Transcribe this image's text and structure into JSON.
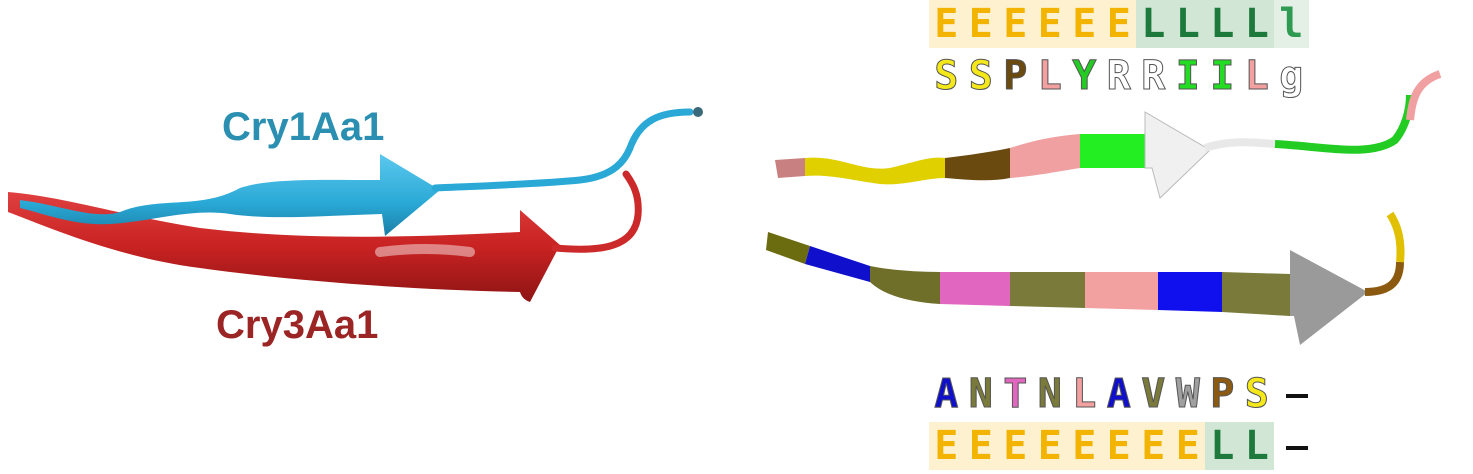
{
  "labels": {
    "cry1": "Cry1Aa1",
    "cry3": "Cry3Aa1"
  },
  "colors": {
    "cry1": "#2aa9d6",
    "cry1_text": "#2a8fb0",
    "cry3": "#cc2a2a",
    "cry3_text": "#9b2424",
    "E": "#f2b400",
    "E_bg": "#fdf1d0",
    "L": "#1e7a3c",
    "L_bg": "#d2e6d6",
    "l": "#2e9a52",
    "l_bg": "#e4f0e6"
  },
  "ss_top": [
    {
      "t": "E",
      "type": "E"
    },
    {
      "t": "E",
      "type": "E"
    },
    {
      "t": "E",
      "type": "E"
    },
    {
      "t": "E",
      "type": "E"
    },
    {
      "t": "E",
      "type": "E"
    },
    {
      "t": "E",
      "type": "E"
    },
    {
      "t": "L",
      "type": "L"
    },
    {
      "t": "L",
      "type": "L"
    },
    {
      "t": "L",
      "type": "L"
    },
    {
      "t": "L",
      "type": "L"
    },
    {
      "t": "l",
      "type": "l"
    }
  ],
  "seq_top": [
    {
      "t": "S",
      "color": "#f5e81a"
    },
    {
      "t": "S",
      "color": "#f5e81a"
    },
    {
      "t": "P",
      "color": "#6b4a10"
    },
    {
      "t": "L",
      "color": "#f2a0a0"
    },
    {
      "t": "Y",
      "color": "#22cc22"
    },
    {
      "t": "R",
      "color": "#ffffff"
    },
    {
      "t": "R",
      "color": "#ffffff"
    },
    {
      "t": "I",
      "color": "#22dd22"
    },
    {
      "t": "I",
      "color": "#22dd22"
    },
    {
      "t": "L",
      "color": "#f2a0a0"
    },
    {
      "t": "g",
      "color": "#ffffff"
    }
  ],
  "seq_bottom": [
    {
      "t": "A",
      "color": "#1010cc"
    },
    {
      "t": "N",
      "color": "#7a7a3a"
    },
    {
      "t": "T",
      "color": "#e066c0"
    },
    {
      "t": "N",
      "color": "#7a7a3a"
    },
    {
      "t": "L",
      "color": "#f2a0a0"
    },
    {
      "t": "A",
      "color": "#1010cc"
    },
    {
      "t": "V",
      "color": "#7a7a3a"
    },
    {
      "t": "W",
      "color": "#a0a0a0"
    },
    {
      "t": "P",
      "color": "#8b5a10"
    },
    {
      "t": "S",
      "color": "#f5e81a"
    }
  ],
  "ss_bottom": [
    {
      "t": "E",
      "type": "E"
    },
    {
      "t": "E",
      "type": "E"
    },
    {
      "t": "E",
      "type": "E"
    },
    {
      "t": "E",
      "type": "E"
    },
    {
      "t": "E",
      "type": "E"
    },
    {
      "t": "E",
      "type": "E"
    },
    {
      "t": "E",
      "type": "E"
    },
    {
      "t": "E",
      "type": "E"
    },
    {
      "t": "L",
      "type": "L"
    },
    {
      "t": "L",
      "type": "L"
    }
  ],
  "gap_symbol": "-"
}
